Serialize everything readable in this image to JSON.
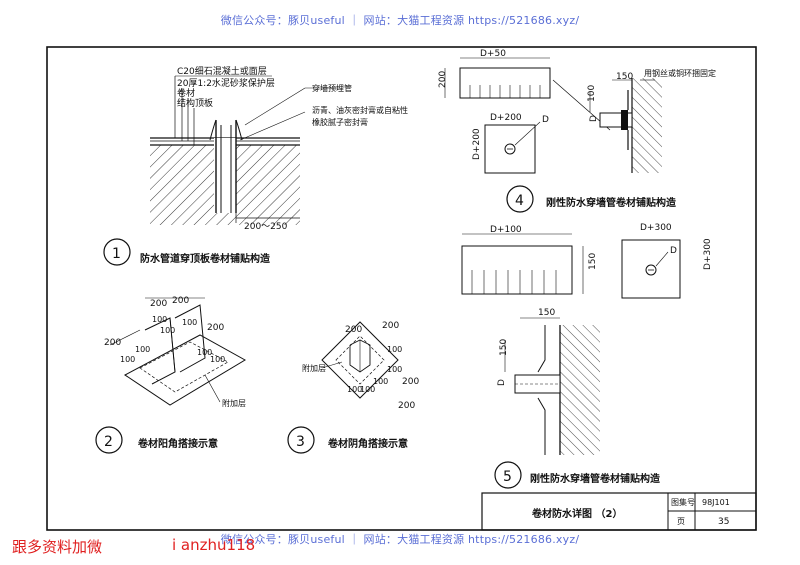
{
  "watermark_top": "微信公众号：豚贝useful ｜ 网站：大猫工程资源 https://521686.xyz/",
  "watermark_bottom": "微信公众号：豚贝useful ｜ 网站：大猫工程资源 https://521686.xyz/",
  "footer_left": "跟多资料加微",
  "footer_id": "i anzhu118",
  "title_block": {
    "title": "卷材防水详图 （2）",
    "atlas_label": "图集号",
    "atlas_no": "98J101",
    "page_label": "页",
    "page_no": "35"
  },
  "fig1": {
    "no": "1",
    "caption": "防水管道穿顶板卷材铺贴构造",
    "layers": [
      "C20细石混凝土或面层",
      "20厚1:2水泥砂浆保护层",
      "卷材",
      "结构顶板"
    ],
    "right_label_1": "穿墙预埋管",
    "right_label_2": "沥青、油灰密封膏或自粘性",
    "right_label_3": "橡胶腻子密封膏",
    "dim": "200～250"
  },
  "fig2": {
    "no": "2",
    "caption": "卷材阳角搭接示意",
    "dims": [
      "200",
      "200",
      "100",
      "100",
      "100",
      "200",
      "200",
      "100",
      "100",
      "100",
      "100"
    ],
    "label": "附加层"
  },
  "fig3": {
    "no": "3",
    "caption": "卷材阴角搭接示意",
    "dims": [
      "200",
      "200",
      "100",
      "100",
      "100",
      "100",
      "100",
      "200",
      "200"
    ],
    "label": "附加层"
  },
  "fig4": {
    "no": "4",
    "caption": "刚性防水穿墙管卷材铺贴构造",
    "top_w": "D+50",
    "top_h": "200",
    "sq_w": "D+200",
    "sq_h": "D+200",
    "d": "D",
    "dim150": "150",
    "dim100": "100",
    "d_side": "D",
    "note": "用钢丝或铜环捆固定"
  },
  "fig5": {
    "no": "5",
    "caption": "刚性防水穿墙管卷材铺贴构造",
    "top_w": "D+100",
    "top_h": "150",
    "sq_w": "D+300",
    "sq_h": "D+300",
    "d": "D",
    "dim150a": "150",
    "dim150b": "150",
    "d_side": "D"
  }
}
